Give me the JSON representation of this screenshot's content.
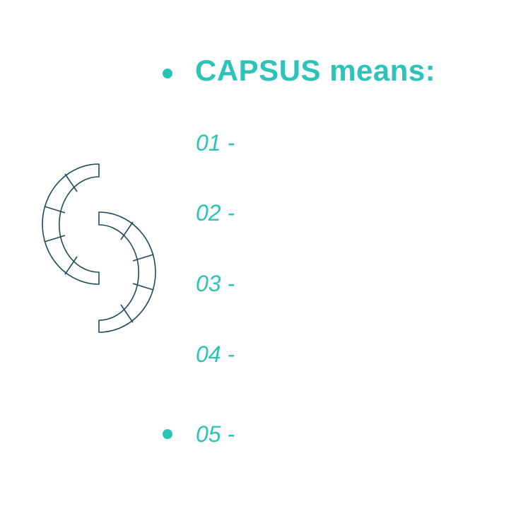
{
  "heading": {
    "title": "CAPSUS means:"
  },
  "items": [
    {
      "label": "01 -"
    },
    {
      "label": "02 -"
    },
    {
      "label": "03 -"
    },
    {
      "label": "04 -"
    },
    {
      "label": "05 -"
    }
  ],
  "logo": {
    "icon": "capsus-s-logo-icon",
    "stroke_color": "#1f4a5a"
  },
  "colors": {
    "accent": "#2cc3b8"
  }
}
